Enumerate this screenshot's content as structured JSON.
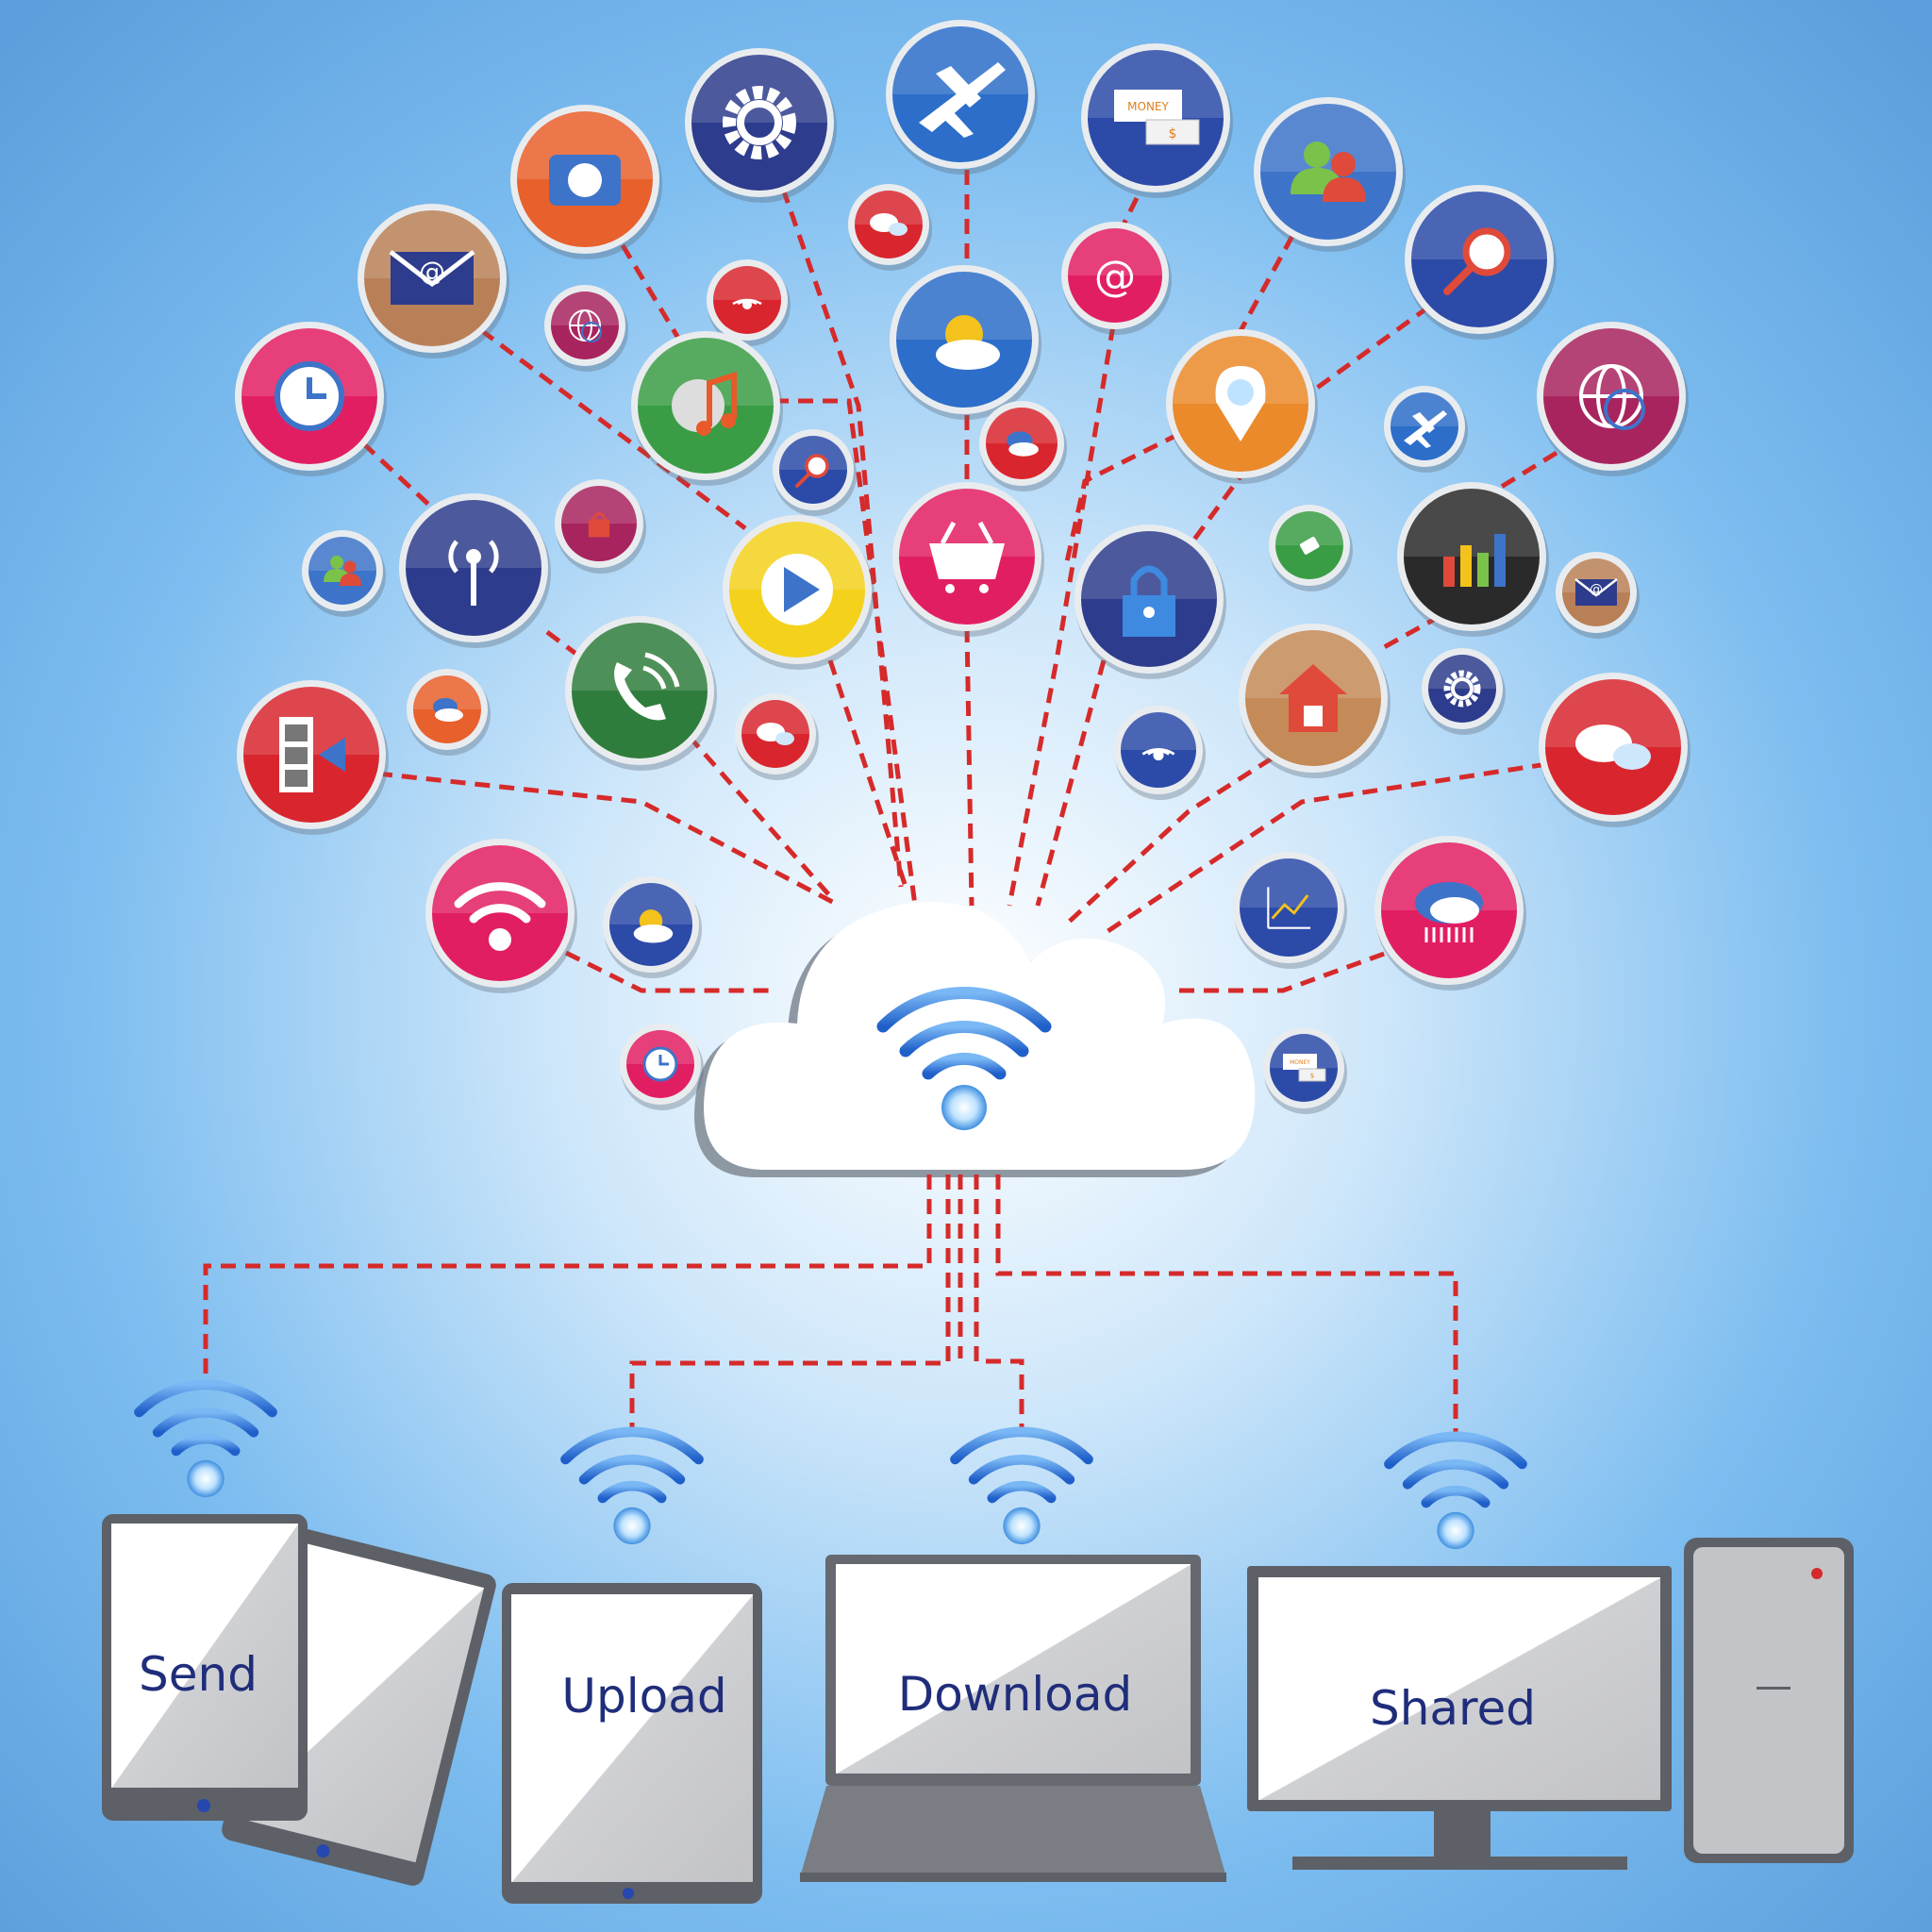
{
  "devices": {
    "phone": {
      "label": "Send"
    },
    "tablet": {
      "label": "Upload"
    },
    "laptop": {
      "label": "Download"
    },
    "desktop": {
      "label": "Shared"
    }
  },
  "icons": {
    "money_label": "MONEY",
    "dollar_sign": "$",
    "small_money_label": "MONEY",
    "small_dollar_sign": "$",
    "at_symbol": "@"
  },
  "colors": {
    "background": "#6aaee6",
    "connector": "#d62a2a",
    "wifi": "#3a7fd8",
    "label": "#1f2d7a"
  }
}
